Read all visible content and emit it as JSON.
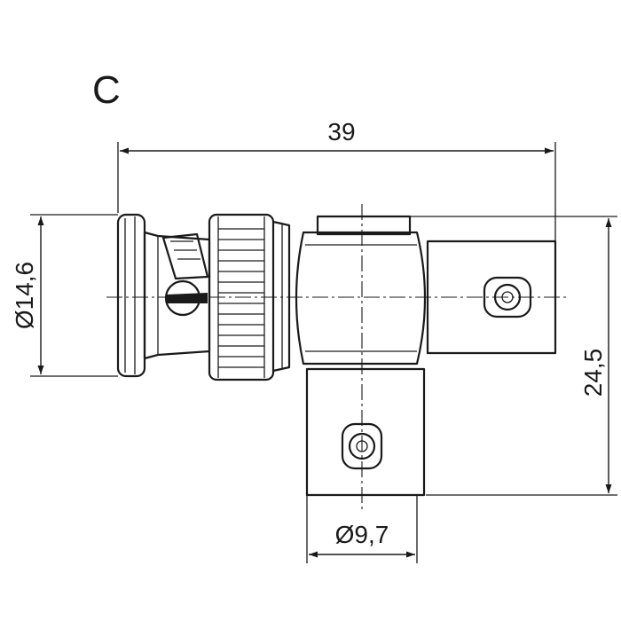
{
  "view_label": "C",
  "dimensions": {
    "overall_length": "39",
    "plug_diameter": "Ø14,6",
    "height": "24,5",
    "port_diameter": "Ø9,7"
  },
  "colors": {
    "ink": "#1a1a1a",
    "background": "#ffffff"
  }
}
